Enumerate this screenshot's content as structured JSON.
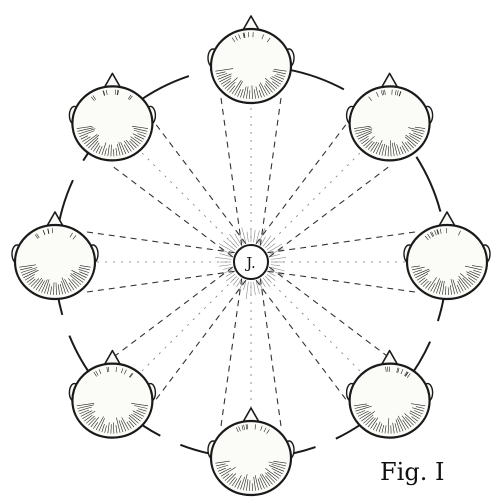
{
  "diagram": {
    "center_label": "J.",
    "figure_label": "Fig. I",
    "head_count": 8
  }
}
